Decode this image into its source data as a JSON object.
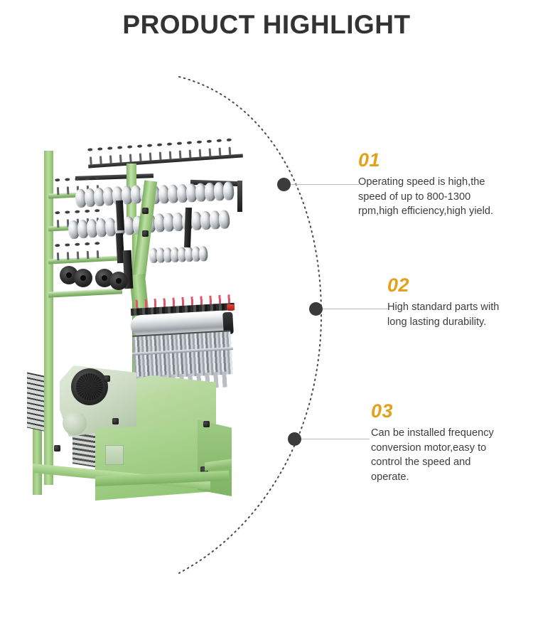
{
  "page": {
    "title": "PRODUCT HIGHLIGHT",
    "background_color": "#ffffff",
    "accent_color": "#e3a01a",
    "text_color": "#3d3d3d",
    "dot_color": "#3b3b3b",
    "line_color": "#b9b9b9"
  },
  "product_image": {
    "alt": "High speed needle loom narrow fabric weaving machine",
    "frame_color": "#a8d18d",
    "housing_color": "#c8d4c0",
    "metal_color": "#c6cbcf"
  },
  "highlights": [
    {
      "number": "01",
      "text": "Operating speed is high,the\nspeed of up to 800-1300\nrpm,high efficiency,high yield."
    },
    {
      "number": "02",
      "text": "High standard parts with\nlong lasting durability."
    },
    {
      "number": "03",
      "text": "Can be installed frequency\nconversion motor,easy to\ncontrol the speed and\noperate."
    }
  ]
}
